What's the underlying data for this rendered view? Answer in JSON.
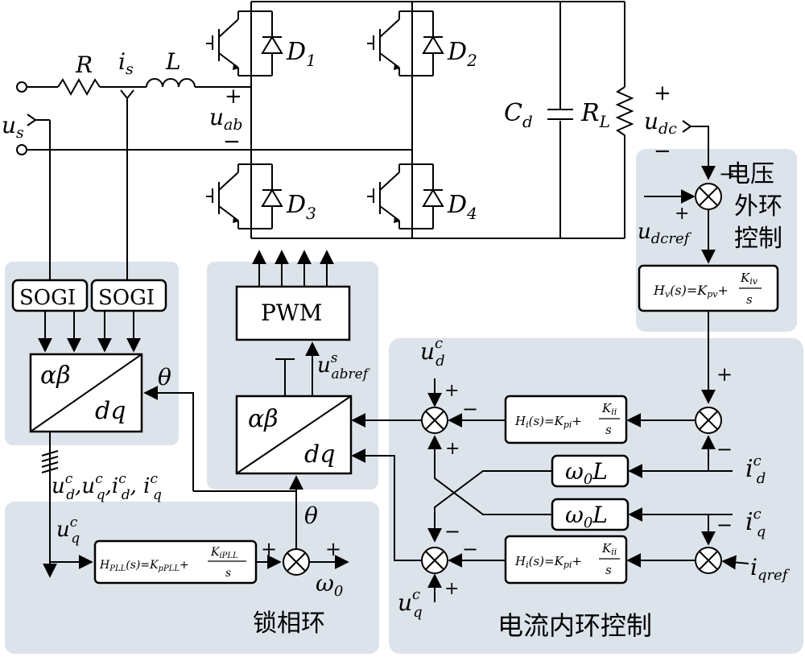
{
  "labels": {
    "R": "R",
    "is": "i",
    "is_sub": "s",
    "L": "L",
    "us": "u",
    "us_sub": "s",
    "uab": "u",
    "uab_sub": "ab",
    "D1": "D",
    "D1_sub": "1",
    "D2": "D",
    "D2_sub": "2",
    "D3": "D",
    "D3_sub": "3",
    "D4": "D",
    "D4_sub": "4",
    "Cd": "C",
    "Cd_sub": "d",
    "RL": "R",
    "RL_sub": "L",
    "udc": "u",
    "udc_sub": "dc",
    "udcref": "u",
    "udcref_sub": "dcref",
    "usabref": "u",
    "usabref_sup": "s",
    "usabref_sub": "abref",
    "theta": "θ",
    "omega0": "ω",
    "omega0_sub": "0",
    "udc_meas_plus": "+",
    "udc_meas_minus": "−",
    "uab_plus": "+",
    "uab_minus": "−"
  },
  "blocks": {
    "sogi1": "SOGI",
    "sogi2": "SOGI",
    "pwm": "PWM",
    "ab_dq_left_top": "αβ",
    "ab_dq_left_bottom": "dq",
    "ab_dq_mid_top": "αβ",
    "ab_dq_mid_bottom": "dq",
    "hv": "H",
    "hv_rest": "(s)=K",
    "hi_top": "H",
    "hi_bottom": "H",
    "hpll": "H",
    "wl1": "ω",
    "wl1_rest": "L",
    "wl2": "ω",
    "wl2_rest": "L"
  },
  "signals": {
    "dq_bus": "u_d^c, u_q^c, i_d^c, i_q^c",
    "ud_c": "u",
    "uq_c": "u",
    "id_c": "i",
    "iq_c": "i",
    "iqref": "i",
    "iqref_sub": "qref"
  },
  "regions": {
    "voltage_outer_loop": [
      "电压",
      "外环",
      "控制"
    ],
    "pll": "锁相环",
    "current_inner_loop": "电流内环控制"
  }
}
